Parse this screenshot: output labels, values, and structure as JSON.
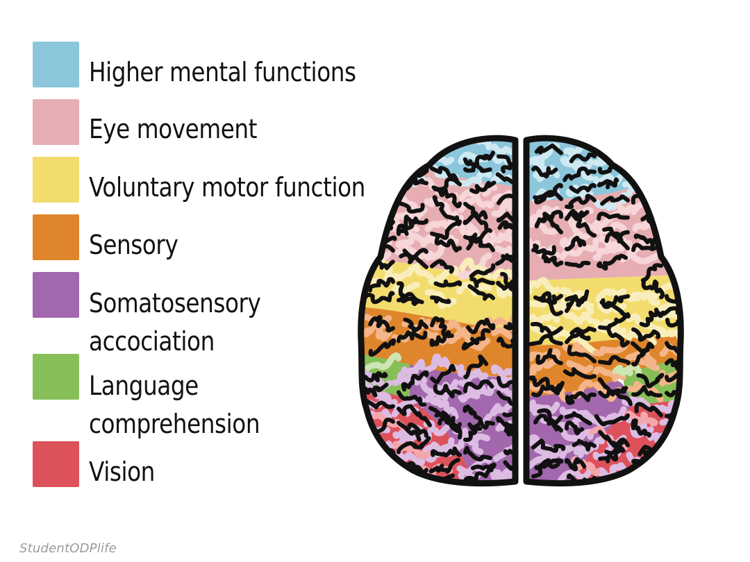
{
  "legend": {
    "items": [
      {
        "label": "Higher mental functions",
        "color": "#8cc6db"
      },
      {
        "label": "Eye movement",
        "color": "#e6aeb2"
      },
      {
        "label": "Voluntary motor function",
        "color": "#f3dc6e"
      },
      {
        "label": "Sensory",
        "color": "#df862c"
      },
      {
        "label_line1": "Somatosensory",
        "label_line2": "accociation",
        "color": "#a267ad"
      },
      {
        "label_line1": "Language",
        "label_line2": "comprehension",
        "color": "#86bf57"
      },
      {
        "label": "Vision",
        "color": "#dd515b"
      }
    ]
  },
  "diagram": {
    "regions": [
      {
        "name": "Higher mental functions",
        "color": "#8cc6db",
        "highlight": "#cfe9f2"
      },
      {
        "name": "Eye movement",
        "color": "#e6aeb2",
        "highlight": "#f6d6d8"
      },
      {
        "name": "Voluntary motor function",
        "color": "#f3dc6e",
        "highlight": "#f9eebb"
      },
      {
        "name": "Sensory",
        "color": "#df862c",
        "highlight": "#f4b58a"
      },
      {
        "name": "Somatosensory accociation",
        "color": "#a267ad",
        "highlight": "#dcbce3"
      },
      {
        "name": "Language comprehension",
        "color": "#86bf57",
        "highlight": "#cde6b3"
      },
      {
        "name": "Vision",
        "color": "#dd515b",
        "highlight": "#f4a7ab"
      }
    ]
  },
  "watermark": "StudentODPlife"
}
